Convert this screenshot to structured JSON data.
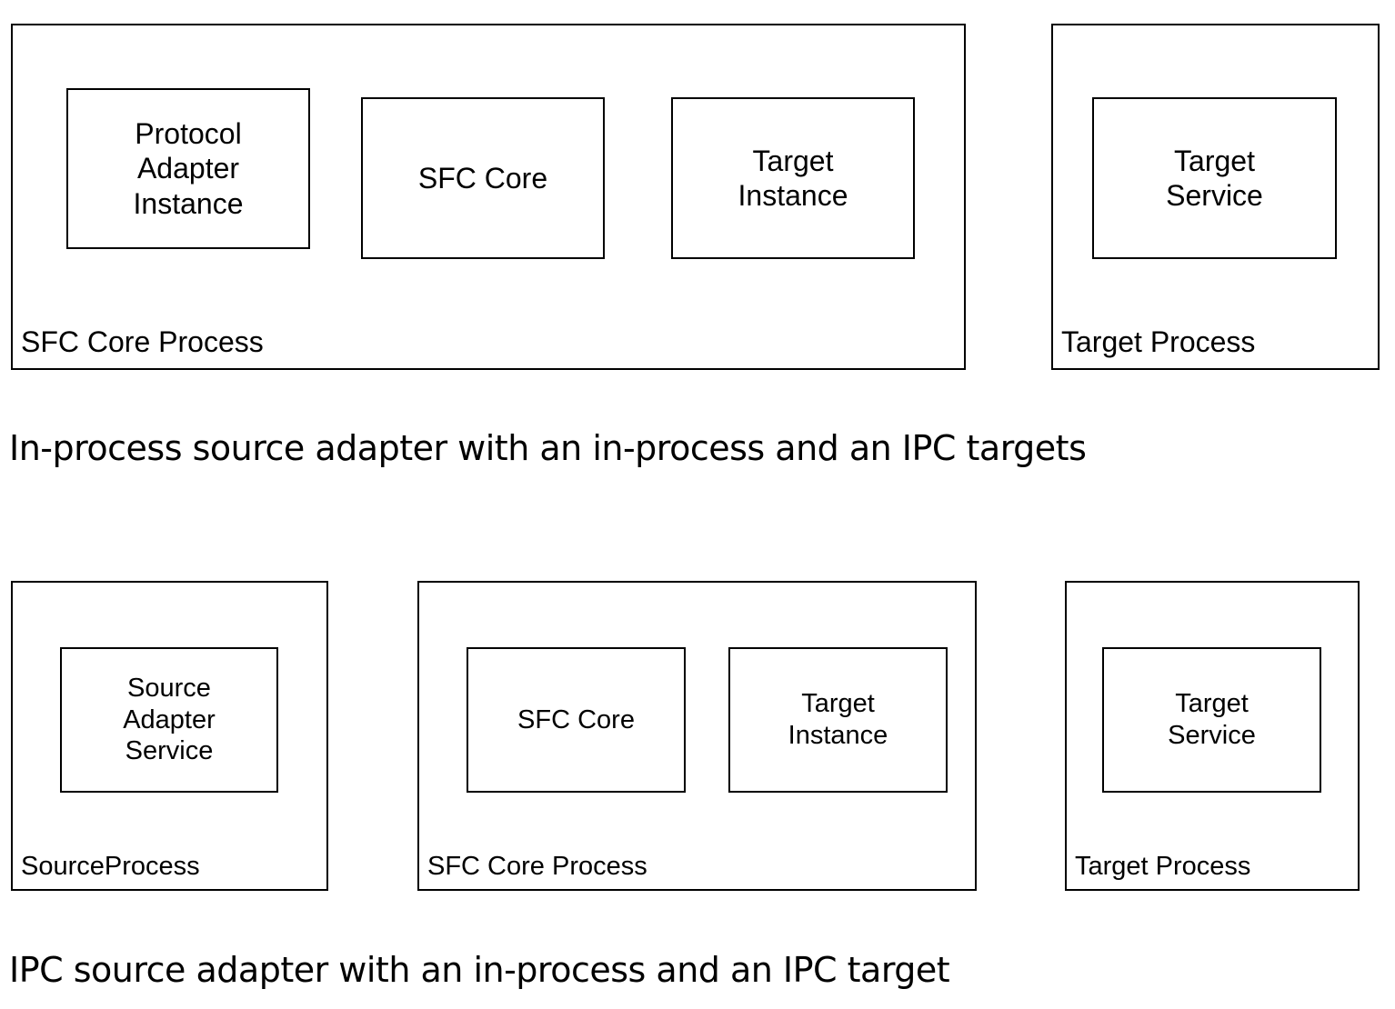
{
  "diagram1": {
    "sfc_core_process": {
      "label": "SFC Core Process",
      "components": {
        "protocol_adapter": "Protocol\nAdapter\nInstance",
        "sfc_core": "SFC Core",
        "target_instance": "Target\nInstance"
      }
    },
    "target_process": {
      "label": "Target Process",
      "components": {
        "target_service": "Target\nService"
      }
    },
    "caption": "In-process source adapter with an in-process and an IPC targets"
  },
  "diagram2": {
    "source_process": {
      "label": "SourceProcess",
      "components": {
        "source_adapter_service": "Source\nAdapter\nService"
      }
    },
    "sfc_core_process": {
      "label": "SFC Core Process",
      "components": {
        "sfc_core": "SFC Core",
        "target_instance": "Target\nInstance"
      }
    },
    "target_process": {
      "label": "Target Process",
      "components": {
        "target_service": "Target\nService"
      }
    },
    "caption": "IPC source adapter with an in-process and an IPC target"
  }
}
